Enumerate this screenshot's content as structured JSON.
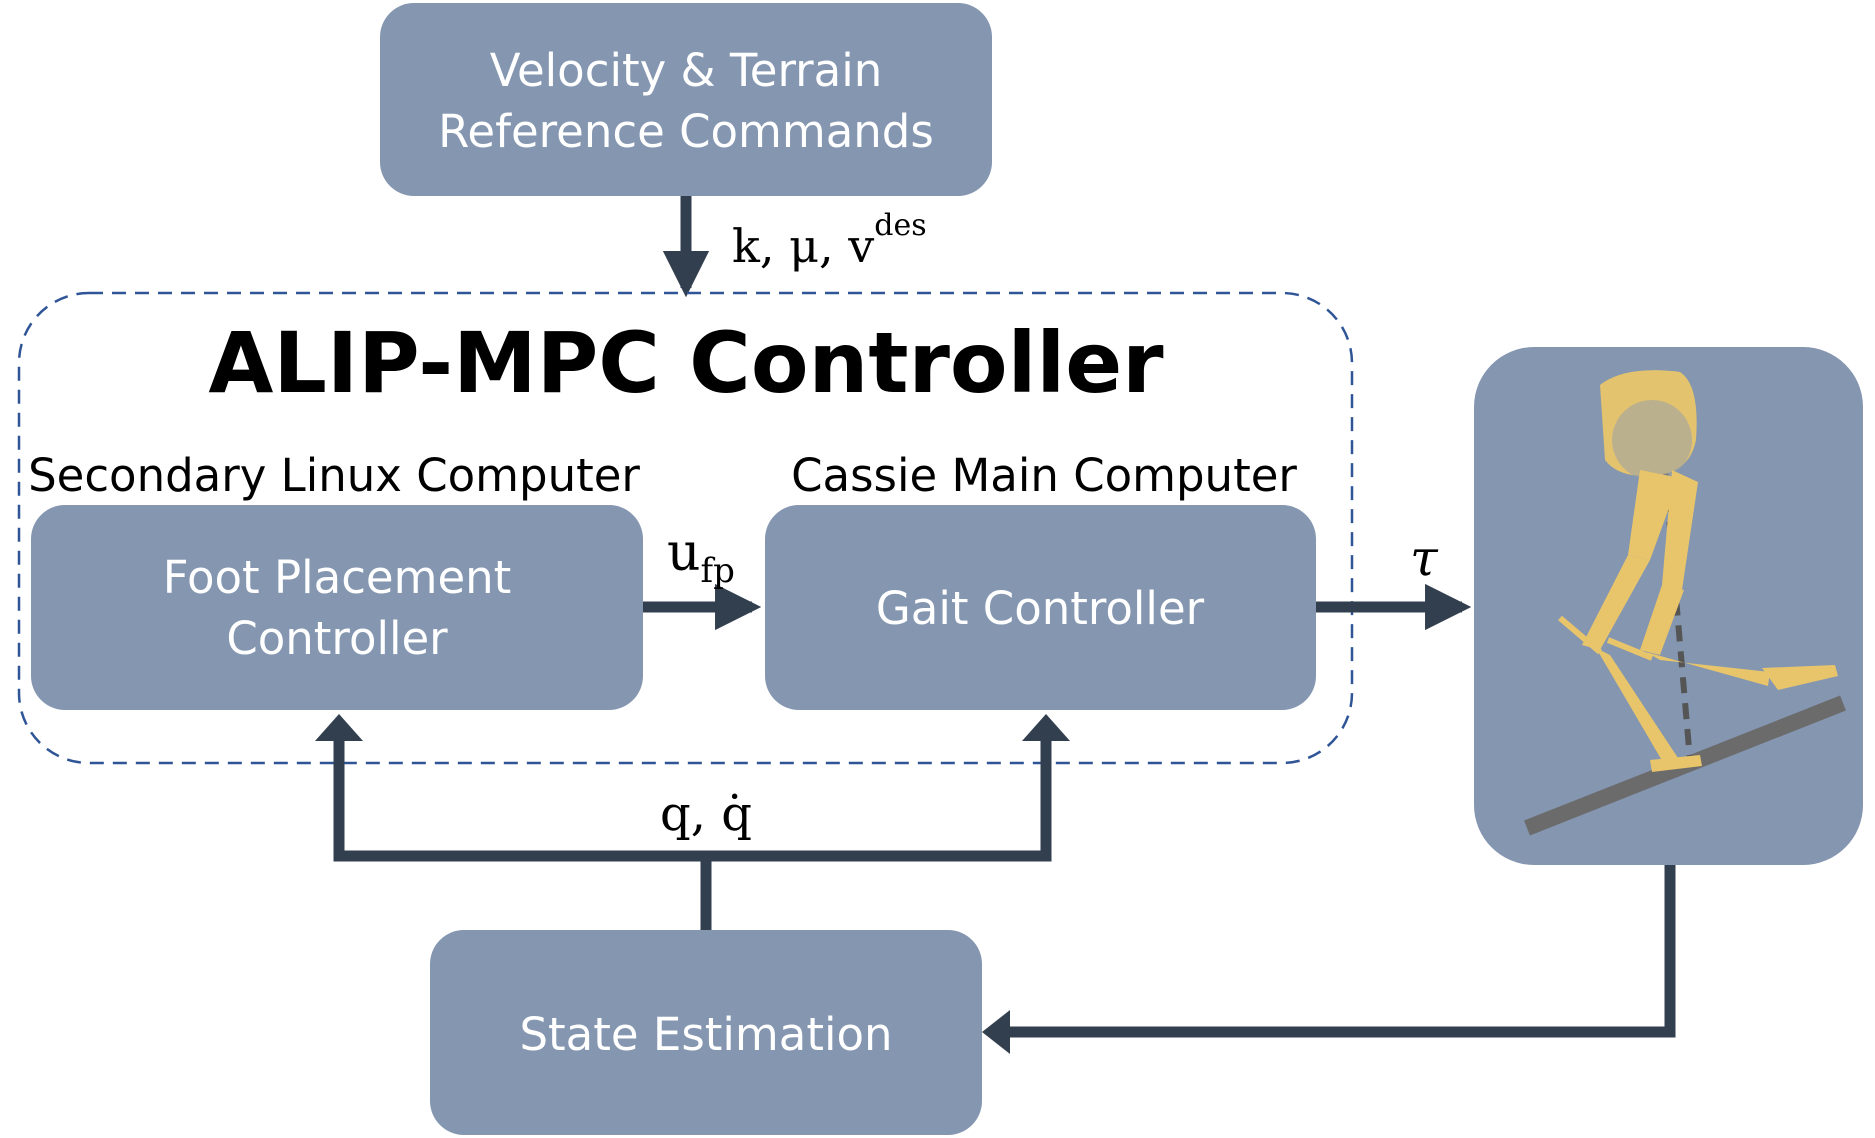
{
  "colors": {
    "box_fill": "#8496b0",
    "arrow": "#323f4f",
    "dashed_border": "#2f5597",
    "robot": "#e8c56a",
    "ground": "#6b6b6b"
  },
  "top_box": {
    "line1": "Velocity & Terrain",
    "line2": "Reference Commands"
  },
  "input_label": {
    "main": "k, μ, v",
    "sup": "des"
  },
  "controller": {
    "title": "ALIP-MPC Controller",
    "left_caption": "Secondary Linux Computer",
    "right_caption": "Cassie Main Computer"
  },
  "foot_box": {
    "line1": "Foot Placement",
    "line2": "Controller"
  },
  "u_label": {
    "main": "u",
    "sub": "fp"
  },
  "gait_box": {
    "label": "Gait Controller"
  },
  "tau_label": "τ",
  "q_label": "q, q̇",
  "state_box": {
    "label": "State Estimation"
  },
  "robot_image": {
    "icon": "cassie-robot-icon"
  }
}
